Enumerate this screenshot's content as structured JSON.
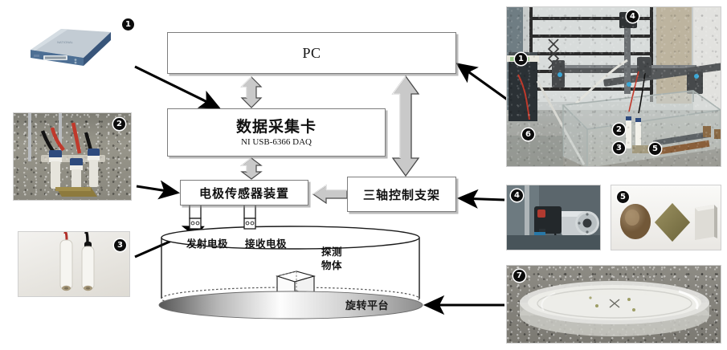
{
  "figure": {
    "title": "Experimental system schematic of electrode sensor detection platform",
    "language": "zh-CN"
  },
  "flow_boxes": [
    {
      "id": "pc",
      "label": "PC",
      "sublabel": ""
    },
    {
      "id": "daq",
      "label": "数据采集卡",
      "sublabel": "NI USB-6366 DAQ"
    },
    {
      "id": "sensor",
      "label": "电极传感器装置",
      "sublabel": ""
    },
    {
      "id": "axis",
      "label": "三轴控制支架",
      "sublabel": ""
    }
  ],
  "tank_labels": {
    "transmit_electrode": "发射电极",
    "receive_electrode": "接收电极",
    "detected_object_line1": "探测",
    "detected_object_line2": "物体",
    "rotating_platform": "旋转平台"
  },
  "connectors": [
    {
      "name": "pc-daq",
      "style": "gray-double-arrow",
      "orientation": "vertical"
    },
    {
      "name": "pc-axis",
      "style": "gray-double-arrow",
      "orientation": "vertical"
    },
    {
      "name": "daq-sensor",
      "style": "gray-double-arrow",
      "orientation": "vertical"
    },
    {
      "name": "axis-sensor",
      "style": "gray-block-arrow",
      "orientation": "left"
    }
  ],
  "photo_badges": {
    "daq_device": "❶",
    "electrode_array": "❷",
    "electrode_pair": "❸",
    "stepper_motor": "❹",
    "test_samples": "❺",
    "rig_pc": "❶",
    "rig_electrode_array": "❷",
    "rig_electrode_pair": "❸",
    "rig_motor": "❹",
    "rig_samples": "❺",
    "rig_daq": "❻",
    "rotary_disc": "❼"
  },
  "badge_numbers": {
    "one": "1",
    "two": "2",
    "three": "3",
    "four": "4",
    "five": "5",
    "six": "6",
    "seven": "7"
  },
  "photos": [
    {
      "id": "photo1",
      "caption": "NI USB data acquisition device"
    },
    {
      "id": "photo2",
      "caption": "Electrode sensor array in holder"
    },
    {
      "id": "photo3",
      "caption": "Pair of cylindrical electrodes"
    },
    {
      "id": "photo4",
      "caption": "Full experimental rig with three-axis gantry and water tank"
    },
    {
      "id": "photo5",
      "caption": "Stepper motor drive unit"
    },
    {
      "id": "photo6",
      "caption": "Three test sample objects"
    },
    {
      "id": "photo7",
      "caption": "Transparent rotating platform disc"
    }
  ],
  "colors": {
    "box_border": "#7d7d7d",
    "gray_arrow_fill": "#c9c9c9",
    "gray_arrow_stroke": "#4a4a4a",
    "black_arrow": "#000000",
    "badge_bg": "#0c0c0c"
  }
}
